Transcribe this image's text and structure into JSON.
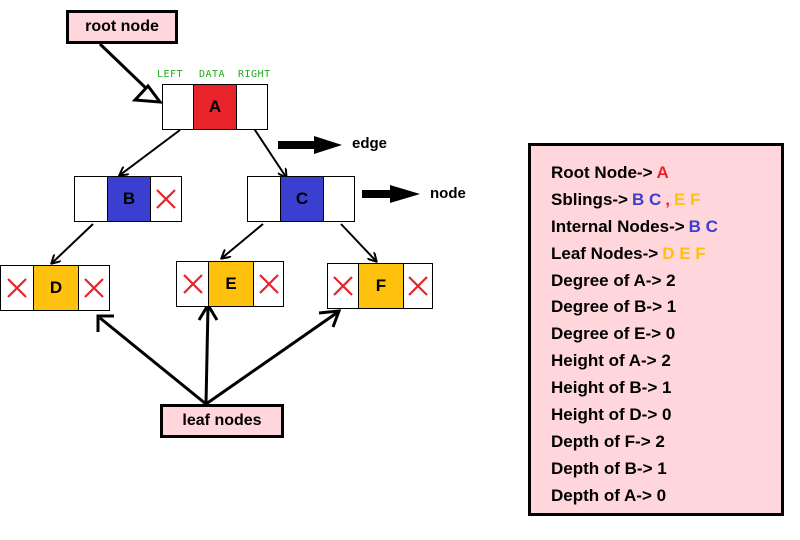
{
  "labels": {
    "root_node": "root node",
    "leaf_nodes": "leaf nodes",
    "edge": "edge",
    "node": "node"
  },
  "field_labels": {
    "left": "LEFT",
    "data": "DATA",
    "right": "RIGHT"
  },
  "field_label_color": "#22aa22",
  "nodes": {
    "A": {
      "label": "A",
      "color": "#e8232a"
    },
    "B": {
      "label": "B",
      "color": "#3b3fcf"
    },
    "C": {
      "label": "C",
      "color": "#3b3fcf"
    },
    "D": {
      "label": "D",
      "color": "#fec20e"
    },
    "E": {
      "label": "E",
      "color": "#fec20e"
    },
    "F": {
      "label": "F",
      "color": "#fec20e"
    }
  },
  "null_marker_color": "#e8232a",
  "colors": {
    "red": "#e8232a",
    "blue": "#3b3fcf",
    "yellow": "#fec20e",
    "pink": "#ffd6dc"
  },
  "info": {
    "root_node": {
      "label": "Root Node->",
      "value": "A"
    },
    "siblings": {
      "label": "Sblings->",
      "blue_value": "B C",
      "sep": ",",
      "yellow_value": "E F"
    },
    "internal_nodes": {
      "label": "Internal Nodes->",
      "value": "B C"
    },
    "leaf_nodes": {
      "label": "Leaf Nodes->",
      "value": "D E F"
    },
    "degree_a": "Degree of A-> 2",
    "degree_b": "Degree of B-> 1",
    "degree_e": "Degree of E-> 0",
    "height_a": "Height of A-> 2",
    "height_b": "Height of B-> 1",
    "height_d": "Height of D-> 0",
    "depth_f": "Depth of F-> 2",
    "depth_b": "Depth of B-> 1",
    "depth_a": "Depth of A-> 0"
  }
}
